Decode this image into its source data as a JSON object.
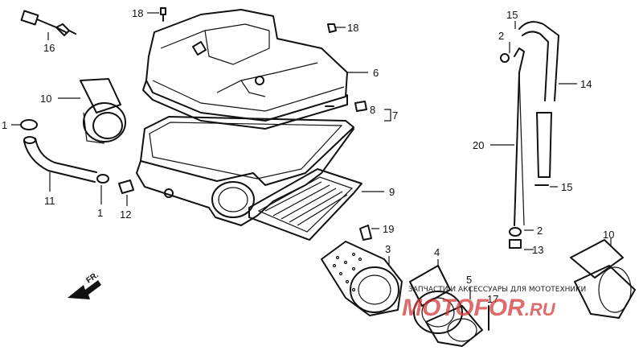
{
  "callouts": {
    "c16": "16",
    "c18a": "18",
    "c18b": "18",
    "c6": "6",
    "c10a": "10",
    "c1a": "1",
    "c7": "7",
    "c8": "8",
    "c11": "11",
    "c1b": "1",
    "c12": "12",
    "c9": "9",
    "c19": "19",
    "c3": "3",
    "c4": "4",
    "c5": "5",
    "c17": "17",
    "c15a": "15",
    "c2a": "2",
    "c14": "14",
    "c20": "20",
    "c15b": "15",
    "c2b": "2",
    "c13": "13",
    "c10b": "10"
  },
  "direction_marker": "FR.",
  "watermark": {
    "caption": "ЗАПЧАСТИ И АКСЕССУАРЫ ДЛЯ МОТОТЕХНИКИ",
    "logo_a": "MOTO",
    "logo_b": "FOR",
    "logo_c": ".RU",
    "color": "#d43a3a"
  }
}
